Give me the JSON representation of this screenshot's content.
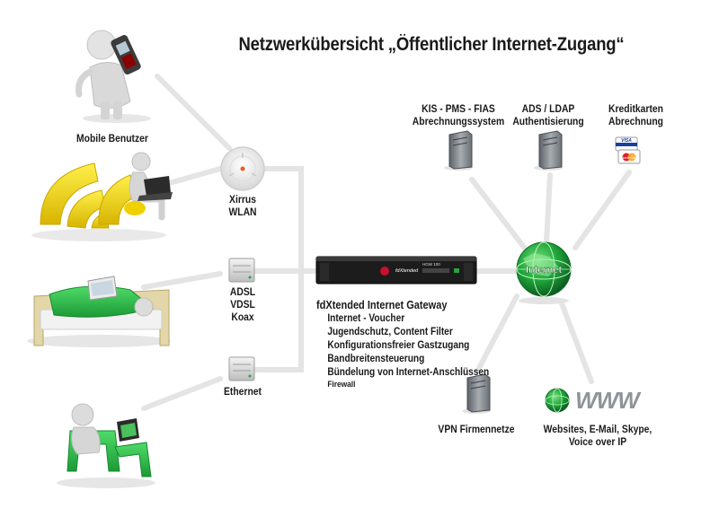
{
  "title": "Netzwerkübersicht „Öffentlicher Internet-Zugang“",
  "nodes": {
    "mobile_users": {
      "label": "Mobile Benutzer"
    },
    "xirrus": {
      "lines": [
        "Xirrus",
        "WLAN"
      ]
    },
    "dsl": {
      "lines": [
        "ADSL",
        "VDSL",
        "Koax"
      ]
    },
    "ethernet": {
      "label": "Ethernet"
    },
    "gateway": {
      "device_brand": "fdXtended",
      "device_model": "HGW 100",
      "title": "fdXtended Internet Gateway",
      "features": [
        "Internet - Voucher",
        "Jugendschutz, Content Filter",
        "Konfigurationsfreier Gastzugang",
        "Bandbreitensteuerung",
        "Bündelung von Internet-Anschlüssen"
      ],
      "extra": "Firewall"
    },
    "internet": {
      "label": "Internet"
    },
    "kis": {
      "lines": [
        "KIS - PMS - FIAS",
        "Abrechnungssystem"
      ]
    },
    "ads": {
      "lines": [
        "ADS / LDAP",
        "Authentisierung"
      ]
    },
    "kredit": {
      "lines": [
        "Kreditkarten",
        "Abrechnung"
      ],
      "cards": [
        "VISA",
        "MasterCard"
      ]
    },
    "vpn": {
      "label": "VPN Firmennetze"
    },
    "www": {
      "logo_text": "WWW",
      "lines": [
        "Websites, E-Mail, Skype,",
        "Voice over IP"
      ]
    }
  },
  "colors": {
    "line": "#e4e4e4",
    "accent_green": "#1fa83a",
    "yellow": "#f5d400",
    "green_person": "#2ec24a",
    "server_grey": "#8a8f94"
  }
}
